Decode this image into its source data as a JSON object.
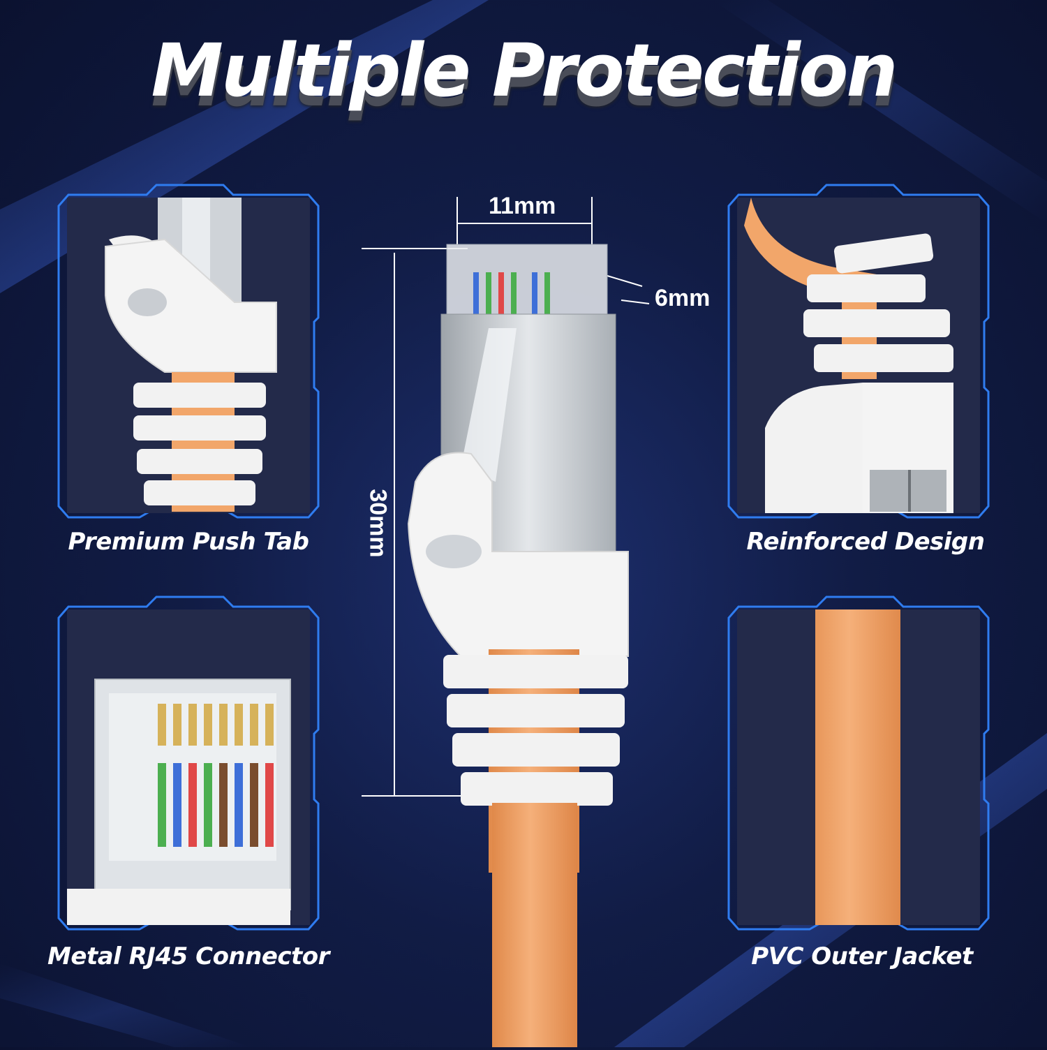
{
  "headline": "Multiple Protection",
  "dimensions": {
    "width": "11mm",
    "depth": "6mm",
    "length": "30mm"
  },
  "features": [
    {
      "caption": "Premium Push Tab",
      "icon": "push-tab-closeup"
    },
    {
      "caption": "Reinforced Design",
      "icon": "strain-relief-boot-closeup"
    },
    {
      "caption": "Metal RJ45 Connector",
      "icon": "rj45-connector-closeup"
    },
    {
      "caption": "PVC Outer Jacket",
      "icon": "pvc-jacket-closeup"
    }
  ],
  "colors": {
    "background": "#111c45",
    "frame": "#2f7cf0",
    "cable_orange": "#f2a66a",
    "boot_white": "#f2f2f2",
    "metal": "#c8cdd2"
  }
}
